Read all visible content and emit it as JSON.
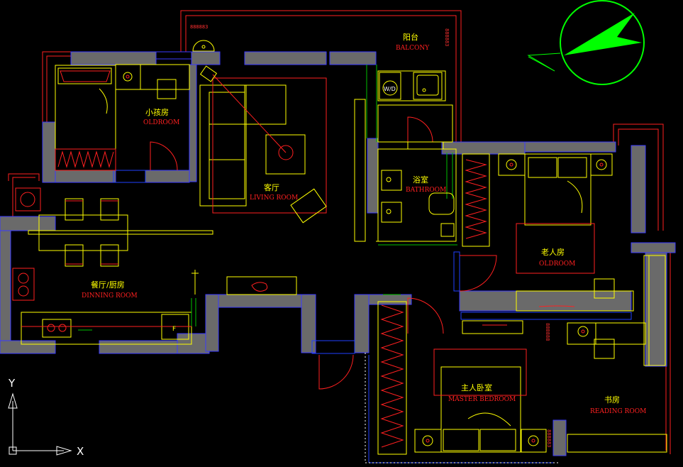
{
  "rooms": {
    "balcony": {
      "zh": "阳台",
      "en": "BALCONY"
    },
    "small_old_room": {
      "zh": "小孩房",
      "en": "OLDROOM"
    },
    "living_room": {
      "zh": "客厅",
      "en": "LIVING ROOM"
    },
    "bathroom": {
      "zh": "浴室",
      "en": "BATHROOM"
    },
    "old_room": {
      "zh": "老人房",
      "en": "OLDROOM"
    },
    "dining_room": {
      "zh": "餐厅/厨房",
      "en": "DINNING ROOM"
    },
    "master_bedroom": {
      "zh": "主人卧室",
      "en": "MASTER BEDROOM"
    },
    "reading_room": {
      "zh": "书房",
      "en": "READING ROOM"
    }
  },
  "fixtures": {
    "fridge": "F"
  },
  "dims": {
    "d1": "888883",
    "d2": "888883",
    "d3": "888888",
    "d4": "888883"
  },
  "axes": {
    "x": "X",
    "y": "Y"
  },
  "colors": {
    "background": "#000000",
    "wall_fill": "#6a6a6a",
    "label_zh": "#ffff00",
    "label_en": "#ff2020",
    "compass": "#00ff00",
    "furniture": "#ffff00",
    "boundary": "#ff2020",
    "edge": "#2040ff"
  }
}
